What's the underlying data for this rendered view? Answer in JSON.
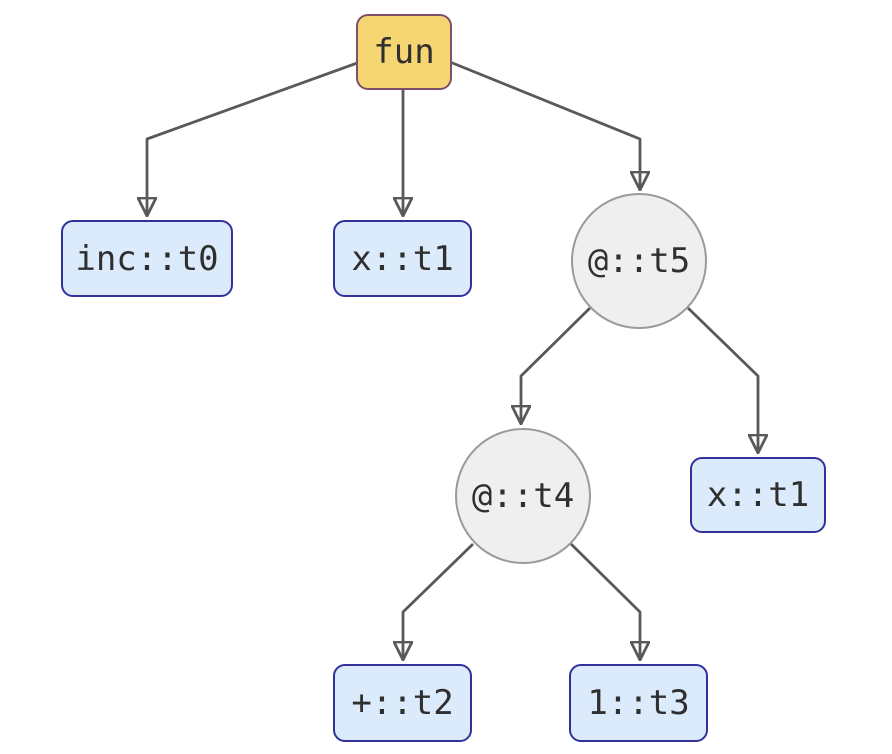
{
  "diagram": {
    "kind": "typed-syntax-tree",
    "nodes": {
      "fun": {
        "label": "fun",
        "shape": "rounded-rectangle",
        "fill": "#F6D573",
        "border": "#7D4F6B"
      },
      "inc": {
        "label": "inc::t0",
        "shape": "rounded-rectangle",
        "fill": "#DCEBFC",
        "border": "#32309B"
      },
      "x_param": {
        "label": "x::t1",
        "shape": "rounded-rectangle",
        "fill": "#DCEBFC",
        "border": "#32309B"
      },
      "app_t5": {
        "label": "@::t5",
        "shape": "circle",
        "fill": "#EFEFEF",
        "border": "#9A9A9A"
      },
      "app_t4": {
        "label": "@::t4",
        "shape": "circle",
        "fill": "#EFEFEF",
        "border": "#9A9A9A"
      },
      "x_arg": {
        "label": "x::t1",
        "shape": "rounded-rectangle",
        "fill": "#DCEBFC",
        "border": "#32309B"
      },
      "plus": {
        "label": "+::t2",
        "shape": "rounded-rectangle",
        "fill": "#DCEBFC",
        "border": "#32309B"
      },
      "one": {
        "label": "1::t3",
        "shape": "rounded-rectangle",
        "fill": "#DCEBFC",
        "border": "#32309B"
      }
    },
    "edges": [
      {
        "from": "fun",
        "to": "inc"
      },
      {
        "from": "fun",
        "to": "x_param"
      },
      {
        "from": "fun",
        "to": "app_t5"
      },
      {
        "from": "app_t5",
        "to": "app_t4"
      },
      {
        "from": "app_t5",
        "to": "x_arg"
      },
      {
        "from": "app_t4",
        "to": "plus"
      },
      {
        "from": "app_t4",
        "to": "one"
      }
    ],
    "colors": {
      "background": "#FFFFFF",
      "edge_line": "#595959",
      "arrowhead": "#333333",
      "node_text": "#2F2F2F"
    }
  }
}
